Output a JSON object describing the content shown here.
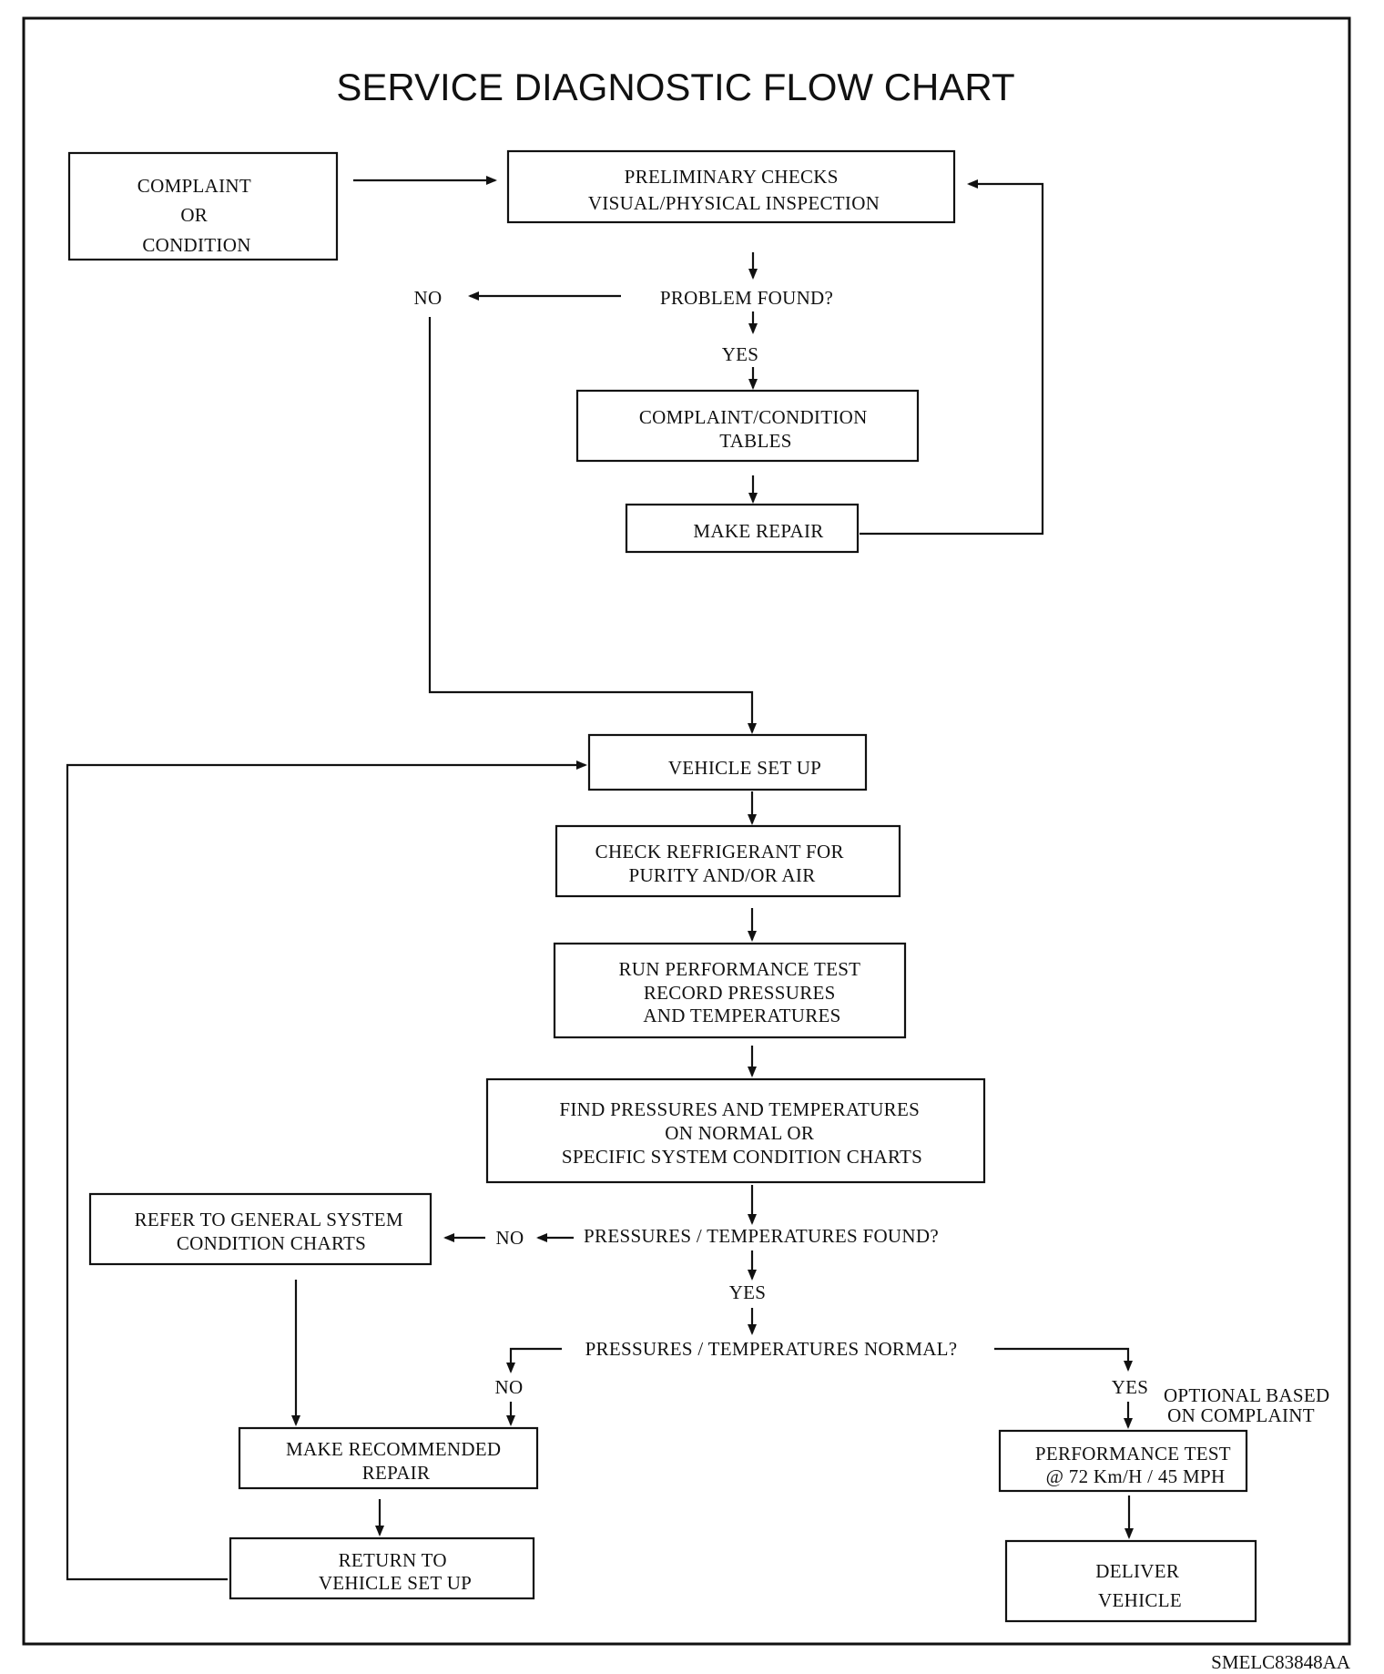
{
  "title": "SERVICE DIAGNOSTIC FLOW CHART",
  "nodes": {
    "complaint": [
      "COMPLAINT",
      "OR",
      "CONDITION"
    ],
    "preliminary": [
      "PRELIMINARY CHECKS",
      "VISUAL/PHYSICAL INSPECTION"
    ],
    "problem_found": "PROBLEM FOUND?",
    "complaint_tables": [
      "COMPLAINT/CONDITION",
      "TABLES"
    ],
    "make_repair": "MAKE REPAIR",
    "vehicle_setup": "VEHICLE SET UP",
    "check_refrigerant": [
      "CHECK REFRIGERANT FOR",
      "PURITY AND/OR AIR"
    ],
    "run_test": [
      "RUN PERFORMANCE TEST",
      "RECORD PRESSURES",
      "AND TEMPERATURES"
    ],
    "find_pressures": [
      "FIND PRESSURES AND TEMPERATURES",
      "ON NORMAL OR",
      "SPECIFIC SYSTEM CONDITION CHARTS"
    ],
    "refer_general": [
      "REFER TO  GENERAL SYSTEM",
      "CONDITION CHARTS"
    ],
    "pt_found": "PRESSURES / TEMPERATURES FOUND?",
    "pt_normal": "PRESSURES / TEMPERATURES NORMAL?",
    "make_recommended": [
      "MAKE RECOMMENDED",
      "REPAIR"
    ],
    "return_setup": [
      "RETURN TO",
      "VEHICLE SET UP"
    ],
    "optional_note": [
      "OPTIONAL BASED",
      "ON COMPLAINT"
    ],
    "performance_test": [
      "PERFORMANCE TEST",
      "@ 72 Km/H / 45 MPH"
    ],
    "deliver": [
      "DELIVER",
      "VEHICLE"
    ]
  },
  "labels": {
    "no_problem": "NO",
    "yes_problem": "YES",
    "no_found": "NO",
    "yes_found": "YES",
    "no_normal": "NO",
    "yes_normal": "YES"
  },
  "figure_code": "SMELC83848AA"
}
